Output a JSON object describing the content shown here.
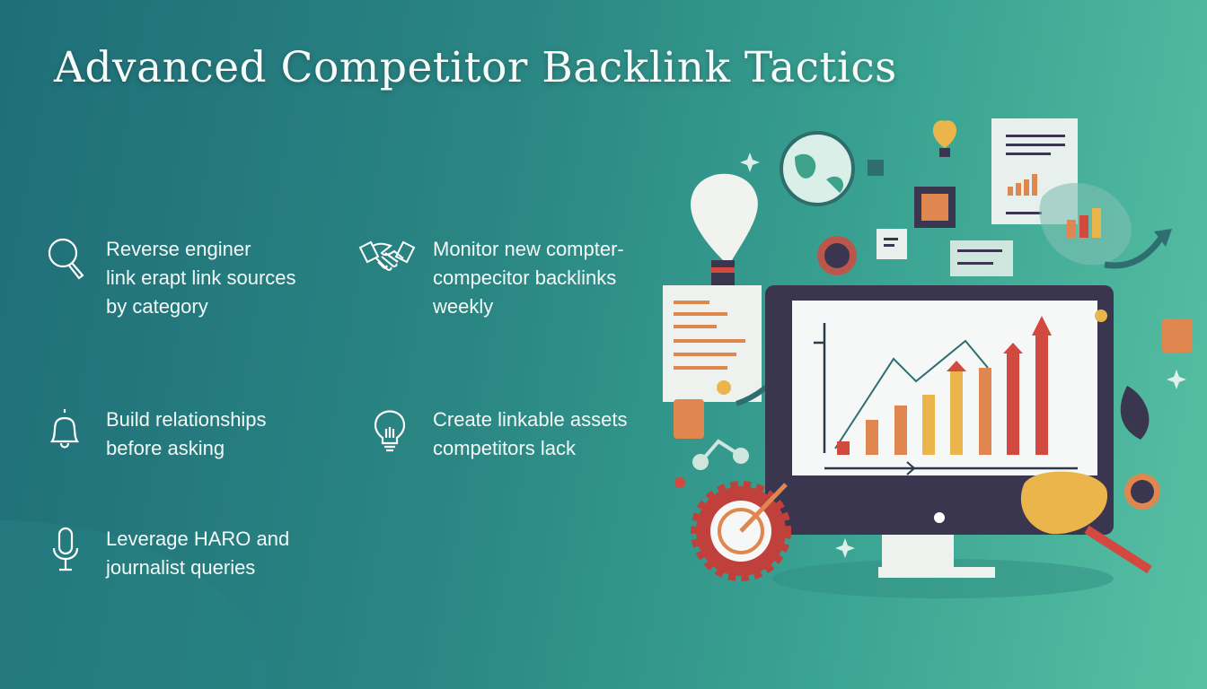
{
  "title": "Advanced Competitor Backlink Tactics",
  "tactics": [
    {
      "icon": "magnifier-icon",
      "text": "Reverse enginer\nlink erapt link sources\nby category"
    },
    {
      "icon": "handshake-icon",
      "text": "Monitor new compter-\ncompecitor backlinks\nweekly"
    },
    {
      "icon": "bell-icon",
      "text": "Build relationships\nbefore asking"
    },
    {
      "icon": "lightbulb-icon",
      "text": "Create linkable assets\ncompetitors lack"
    },
    {
      "icon": "microphone-icon",
      "text": "Leverage HARO and\njournalist queries"
    }
  ],
  "colors": {
    "accent_red": "#d2493f",
    "accent_orange": "#e0874f",
    "accent_yellow": "#eab54a",
    "dark": "#3a3650"
  }
}
